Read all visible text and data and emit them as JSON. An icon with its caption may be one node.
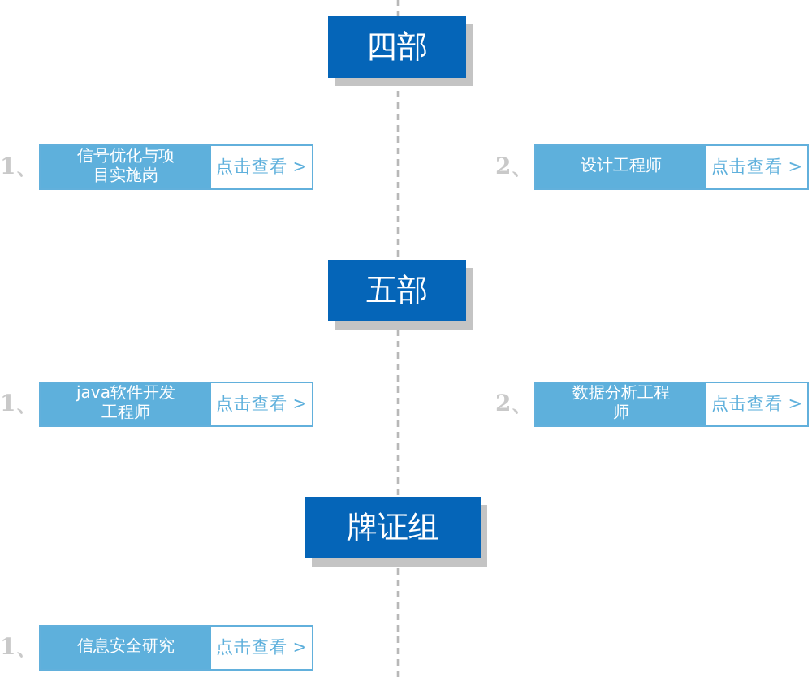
{
  "diagram": {
    "nodes": [
      {
        "text": [
          "四部"
        ]
      },
      {
        "text": [
          "信号优化与项目实施岗",
          "点击查看 >"
        ],
        "beside": [
          "1、"
        ]
      },
      {
        "text": [
          "设计工程师",
          "点击查看 >"
        ],
        "beside": [
          "2、"
        ]
      },
      {
        "text": [
          "五部"
        ]
      },
      {
        "text": [
          "java软件开发工程师",
          "点击查看 >"
        ],
        "beside": [
          "1、"
        ]
      },
      {
        "text": [
          "数据分析工程师",
          "点击查看 >"
        ],
        "beside": [
          "2、"
        ]
      },
      {
        "text": [
          "牌证组"
        ]
      },
      {
        "text": [
          "信息安全研究",
          "点击查看 >"
        ],
        "beside": [
          "1、"
        ]
      }
    ]
  }
}
